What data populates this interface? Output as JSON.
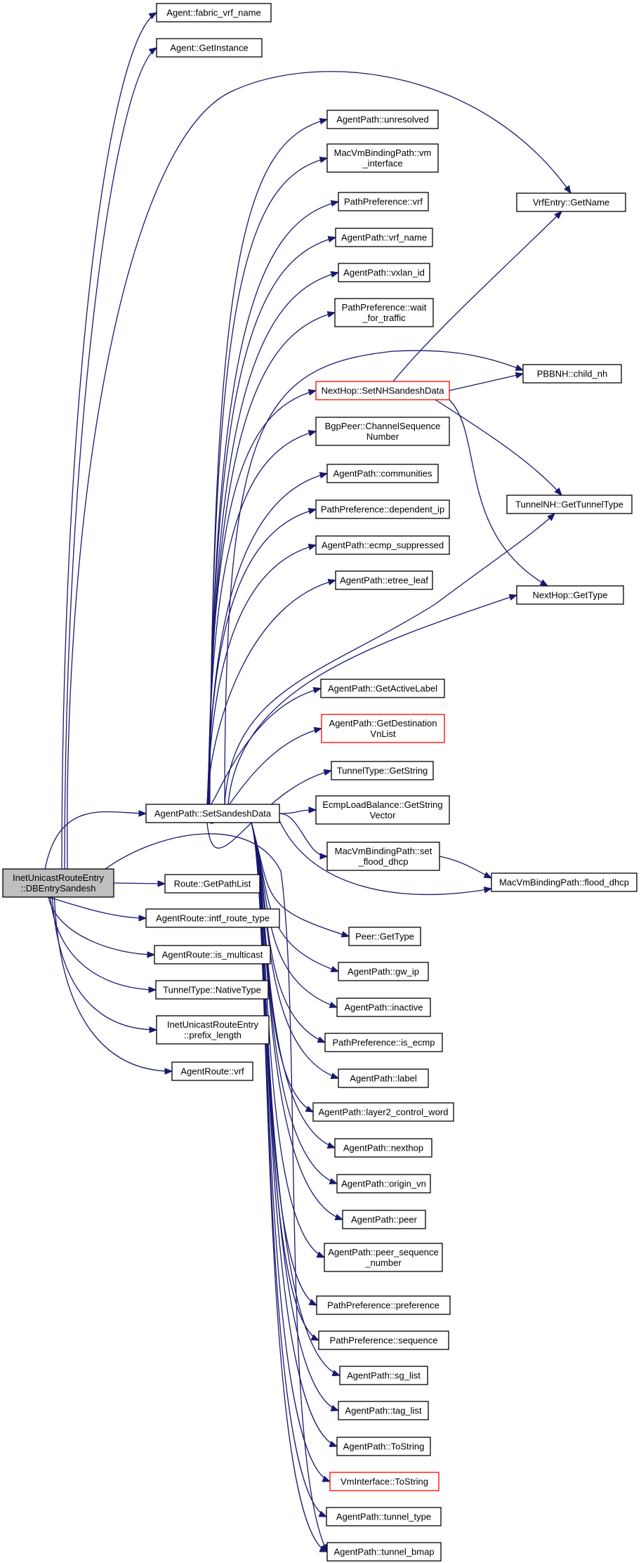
{
  "colors": {
    "edge": "#191970",
    "highlight_border": "#ff0000",
    "root_fill": "#bfbfbf"
  },
  "nodes": [
    {
      "id": "root",
      "lines": [
        "InetUnicastRouteEntry",
        "::DBEntrySandesh"
      ],
      "style": "root"
    },
    {
      "id": "fabric_vrf_name",
      "lines": [
        "Agent::fabric_vrf_name"
      ]
    },
    {
      "id": "get_instance",
      "lines": [
        "Agent::GetInstance"
      ]
    },
    {
      "id": "vrf_get_name",
      "lines": [
        "VrfEntry::GetName"
      ]
    },
    {
      "id": "set_sandesh_data",
      "lines": [
        "AgentPath::SetSandeshData"
      ]
    },
    {
      "id": "get_path_list",
      "lines": [
        "Route::GetPathList"
      ]
    },
    {
      "id": "intf_route_type",
      "lines": [
        "AgentRoute::intf_route_type"
      ]
    },
    {
      "id": "is_multicast",
      "lines": [
        "AgentRoute::is_multicast"
      ]
    },
    {
      "id": "native_type",
      "lines": [
        "TunnelType::NativeType"
      ]
    },
    {
      "id": "prefix_length",
      "lines": [
        "InetUnicastRouteEntry",
        "::prefix_length"
      ]
    },
    {
      "id": "route_vrf",
      "lines": [
        "AgentRoute::vrf"
      ]
    },
    {
      "id": "unresolved",
      "lines": [
        "AgentPath::unresolved"
      ]
    },
    {
      "id": "vm_interface",
      "lines": [
        "MacVmBindingPath::vm",
        "_interface"
      ]
    },
    {
      "id": "pp_vrf",
      "lines": [
        "PathPreference::vrf"
      ]
    },
    {
      "id": "vrf_name",
      "lines": [
        "AgentPath::vrf_name"
      ]
    },
    {
      "id": "vxlan_id",
      "lines": [
        "AgentPath::vxlan_id"
      ]
    },
    {
      "id": "wait_for_traffic",
      "lines": [
        "PathPreference::wait",
        "_for_traffic"
      ]
    },
    {
      "id": "set_nh_sandesh",
      "lines": [
        "NextHop::SetNHSandeshData"
      ],
      "style": "red"
    },
    {
      "id": "pbb_child_nh",
      "lines": [
        "PBBNH::child_nh"
      ]
    },
    {
      "id": "channel_seq",
      "lines": [
        "BgpPeer::ChannelSequence",
        "Number"
      ]
    },
    {
      "id": "communities",
      "lines": [
        "AgentPath::communities"
      ]
    },
    {
      "id": "dependent_ip",
      "lines": [
        "PathPreference::dependent_ip"
      ]
    },
    {
      "id": "ecmp_suppressed",
      "lines": [
        "AgentPath::ecmp_suppressed"
      ]
    },
    {
      "id": "etree_leaf",
      "lines": [
        "AgentPath::etree_leaf"
      ]
    },
    {
      "id": "get_tunnel_type",
      "lines": [
        "TunnelNH::GetTunnelType"
      ]
    },
    {
      "id": "nh_get_type",
      "lines": [
        "NextHop::GetType"
      ]
    },
    {
      "id": "get_active_label",
      "lines": [
        "AgentPath::GetActiveLabel"
      ]
    },
    {
      "id": "get_dest_vn",
      "lines": [
        "AgentPath::GetDestination",
        "VnList"
      ],
      "style": "red"
    },
    {
      "id": "tt_get_string",
      "lines": [
        "TunnelType::GetString"
      ]
    },
    {
      "id": "ecmp_get_string",
      "lines": [
        "EcmpLoadBalance::GetString",
        "Vector"
      ]
    },
    {
      "id": "set_flood_dhcp",
      "lines": [
        "MacVmBindingPath::set",
        "_flood_dhcp"
      ]
    },
    {
      "id": "flood_dhcp",
      "lines": [
        "MacVmBindingPath::flood_dhcp"
      ]
    },
    {
      "id": "peer_get_type",
      "lines": [
        "Peer::GetType"
      ]
    },
    {
      "id": "gw_ip",
      "lines": [
        "AgentPath::gw_ip"
      ]
    },
    {
      "id": "inactive",
      "lines": [
        "AgentPath::inactive"
      ]
    },
    {
      "id": "is_ecmp",
      "lines": [
        "PathPreference::is_ecmp"
      ]
    },
    {
      "id": "label",
      "lines": [
        "AgentPath::label"
      ]
    },
    {
      "id": "l2_control_word",
      "lines": [
        "AgentPath::layer2_control_word"
      ]
    },
    {
      "id": "nexthop",
      "lines": [
        "AgentPath::nexthop"
      ]
    },
    {
      "id": "origin_vn",
      "lines": [
        "AgentPath::origin_vn"
      ]
    },
    {
      "id": "peer",
      "lines": [
        "AgentPath::peer"
      ]
    },
    {
      "id": "peer_seq_num",
      "lines": [
        "AgentPath::peer_sequence",
        "_number"
      ]
    },
    {
      "id": "preference",
      "lines": [
        "PathPreference::preference"
      ]
    },
    {
      "id": "sequence",
      "lines": [
        "PathPreference::sequence"
      ]
    },
    {
      "id": "sg_list",
      "lines": [
        "AgentPath::sg_list"
      ]
    },
    {
      "id": "tag_list",
      "lines": [
        "AgentPath::tag_list"
      ]
    },
    {
      "id": "ap_to_string",
      "lines": [
        "AgentPath::ToString"
      ]
    },
    {
      "id": "vmi_to_string",
      "lines": [
        "VmInterface::ToString"
      ],
      "style": "red"
    },
    {
      "id": "tunnel_type",
      "lines": [
        "AgentPath::tunnel_type"
      ]
    },
    {
      "id": "tunnel_bmap",
      "lines": [
        "AgentPath::tunnel_bmap"
      ]
    }
  ],
  "edges": [
    [
      "root",
      "fabric_vrf_name"
    ],
    [
      "root",
      "get_instance"
    ],
    [
      "root",
      "vrf_get_name"
    ],
    [
      "root",
      "set_sandesh_data"
    ],
    [
      "root",
      "get_path_list"
    ],
    [
      "root",
      "intf_route_type"
    ],
    [
      "root",
      "is_multicast"
    ],
    [
      "root",
      "native_type"
    ],
    [
      "root",
      "prefix_length"
    ],
    [
      "root",
      "route_vrf"
    ],
    [
      "root",
      "tunnel_bmap"
    ],
    [
      "set_sandesh_data",
      "unresolved"
    ],
    [
      "set_sandesh_data",
      "vm_interface"
    ],
    [
      "set_sandesh_data",
      "pp_vrf"
    ],
    [
      "set_sandesh_data",
      "vrf_name"
    ],
    [
      "set_sandesh_data",
      "vxlan_id"
    ],
    [
      "set_sandesh_data",
      "wait_for_traffic"
    ],
    [
      "set_sandesh_data",
      "pbb_child_nh"
    ],
    [
      "set_sandesh_data",
      "set_nh_sandesh"
    ],
    [
      "set_sandesh_data",
      "channel_seq"
    ],
    [
      "set_sandesh_data",
      "communities"
    ],
    [
      "set_sandesh_data",
      "dependent_ip"
    ],
    [
      "set_sandesh_data",
      "ecmp_suppressed"
    ],
    [
      "set_sandesh_data",
      "etree_leaf"
    ],
    [
      "set_sandesh_data",
      "get_tunnel_type"
    ],
    [
      "set_sandesh_data",
      "nh_get_type"
    ],
    [
      "set_sandesh_data",
      "get_active_label"
    ],
    [
      "set_sandesh_data",
      "get_dest_vn"
    ],
    [
      "set_sandesh_data",
      "tt_get_string"
    ],
    [
      "set_sandesh_data",
      "ecmp_get_string"
    ],
    [
      "set_sandesh_data",
      "set_flood_dhcp"
    ],
    [
      "set_sandesh_data",
      "flood_dhcp"
    ],
    [
      "set_sandesh_data",
      "peer_get_type"
    ],
    [
      "set_sandesh_data",
      "gw_ip"
    ],
    [
      "set_sandesh_data",
      "inactive"
    ],
    [
      "set_sandesh_data",
      "is_ecmp"
    ],
    [
      "set_sandesh_data",
      "label"
    ],
    [
      "set_sandesh_data",
      "l2_control_word"
    ],
    [
      "set_sandesh_data",
      "nexthop"
    ],
    [
      "set_sandesh_data",
      "origin_vn"
    ],
    [
      "set_sandesh_data",
      "peer"
    ],
    [
      "set_sandesh_data",
      "peer_seq_num"
    ],
    [
      "set_sandesh_data",
      "preference"
    ],
    [
      "set_sandesh_data",
      "sequence"
    ],
    [
      "set_sandesh_data",
      "sg_list"
    ],
    [
      "set_sandesh_data",
      "tag_list"
    ],
    [
      "set_sandesh_data",
      "ap_to_string"
    ],
    [
      "set_sandesh_data",
      "vmi_to_string"
    ],
    [
      "set_sandesh_data",
      "tunnel_type"
    ],
    [
      "set_sandesh_data",
      "tunnel_bmap"
    ],
    [
      "set_nh_sandesh",
      "vrf_get_name"
    ],
    [
      "set_nh_sandesh",
      "pbb_child_nh"
    ],
    [
      "set_nh_sandesh",
      "get_tunnel_type"
    ],
    [
      "set_nh_sandesh",
      "nh_get_type"
    ],
    [
      "set_flood_dhcp",
      "flood_dhcp"
    ]
  ]
}
